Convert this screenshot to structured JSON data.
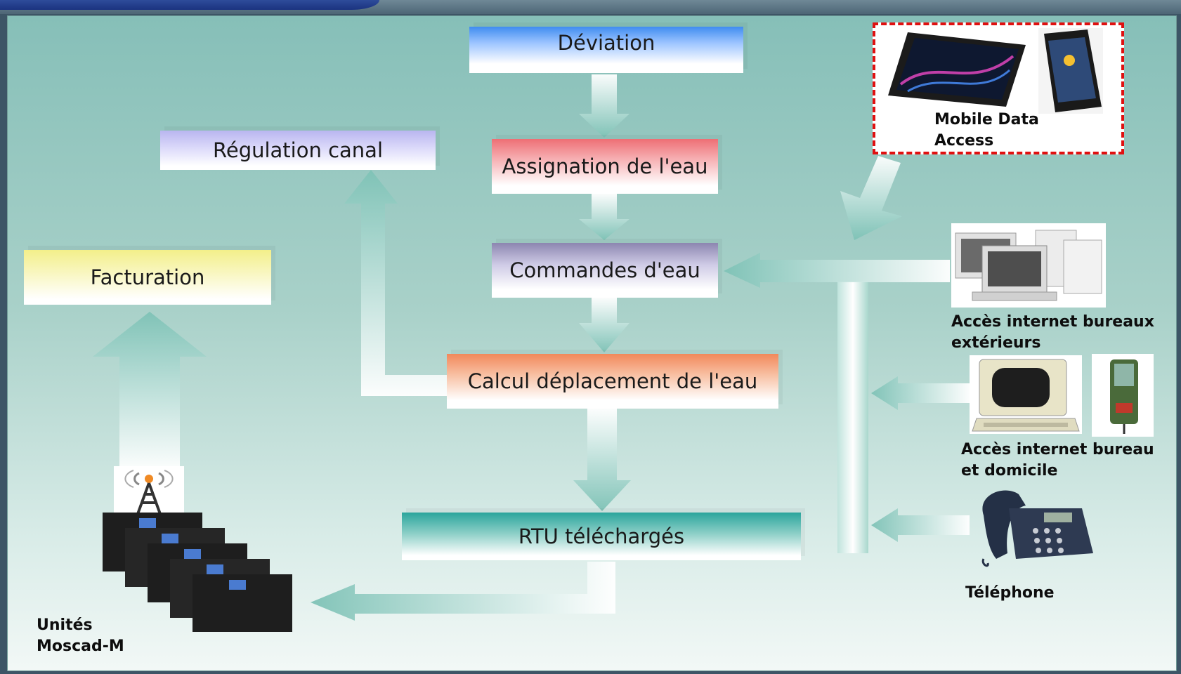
{
  "boxes": {
    "deviation": "Déviation",
    "assignation": "Assignation de l'eau",
    "commandes": "Commandes d'eau",
    "calcul": "Calcul déplacement de l'eau",
    "rtu": "RTU téléchargés",
    "regulation": "Régulation canal",
    "facturation": "Facturation"
  },
  "labels": {
    "mobile_line1": "Mobile Data",
    "mobile_line2": "Access",
    "bureaux_line1": "Accès internet bureaux",
    "bureaux_line2": "extérieurs",
    "domicile_line1": "Accès internet bureau",
    "domicile_line2": "et domicile",
    "telephone": "Téléphone",
    "unites_line1": "Unités",
    "unites_line2": "Moscad-M"
  },
  "icons": {
    "tablet": "tablet-icon",
    "smartphone": "smartphone-icon",
    "desktops": "desktop-computers-icon",
    "terminal": "computer-terminal-icon",
    "handheld": "handheld-device-icon",
    "telephone": "telephone-icon",
    "antenna": "radio-tower-icon",
    "rtu_units": "rtu-units-icon"
  },
  "colors": {
    "background": "#9fcbc4",
    "deviation": "#3f8cf0",
    "assignation": "#ee6f75",
    "commandes": "#8c86b0",
    "calcul": "#f2885a",
    "rtu": "#2aa59c",
    "regulation": "#b9b6f0",
    "facturation": "#f3ef8a",
    "mobile_border": "#e01010"
  }
}
